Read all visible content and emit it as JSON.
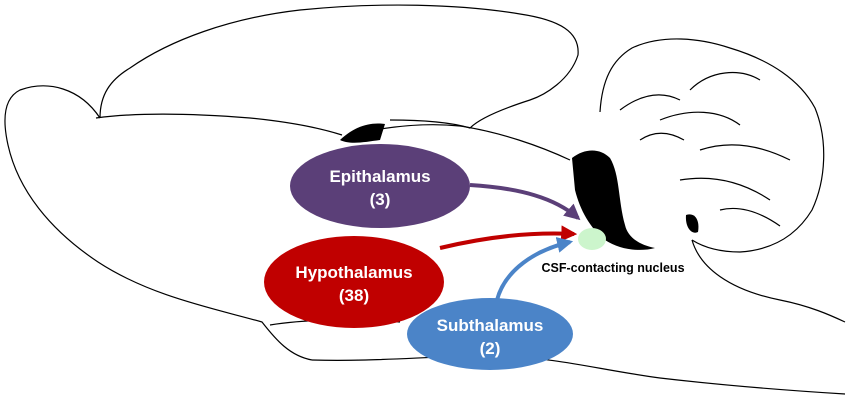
{
  "regions": {
    "epithalamus": {
      "name": "Epithalamus",
      "count": "(3)",
      "color": "#5b3f78",
      "arrow_color": "#5b3f78"
    },
    "hypothalamus": {
      "name": "Hypothalamus",
      "count": "(38)",
      "color": "#c00000",
      "arrow_color": "#c00000"
    },
    "subthalamus": {
      "name": "Subthalamus",
      "count": "(2)",
      "color": "#4b84c8",
      "arrow_color": "#4b84c8"
    }
  },
  "target": {
    "label": "CSF-contacting nucleus",
    "color": "#ccf5cc"
  },
  "colors": {
    "outline": "#000000",
    "ventricle": "#000000",
    "background": "#ffffff"
  }
}
